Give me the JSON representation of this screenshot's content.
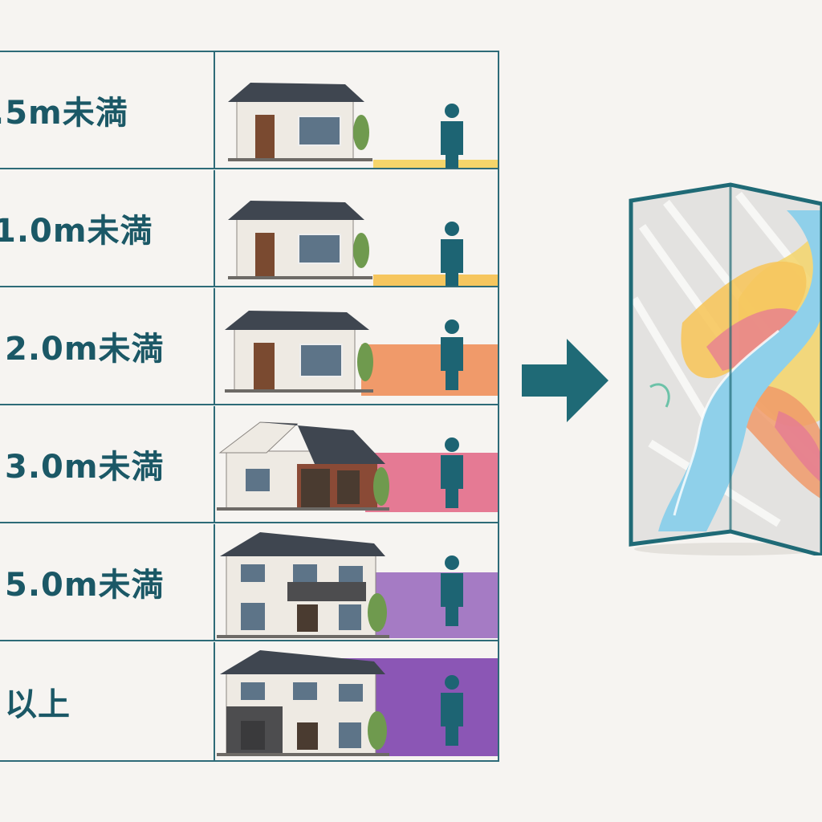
{
  "levels": [
    {
      "label": ".5m未満",
      "color": "#f4d56a"
    },
    {
      "label": "1.0m未満",
      "color": "#f6c65e"
    },
    {
      "label": "2.0m未満",
      "color": "#f09a6a"
    },
    {
      "label": "3.0m未満",
      "color": "#e57a94"
    },
    {
      "label": "5.0m未満",
      "color": "#a57bc4"
    },
    {
      "label": "以上",
      "color": "#8b56b5"
    }
  ],
  "colors": {
    "accent": "#2e6b78",
    "person": "#1d6473",
    "river": "#8fd0ea"
  },
  "icons": [
    "house-icon",
    "person-icon",
    "arrow-right-icon",
    "hazard-map-icon"
  ]
}
